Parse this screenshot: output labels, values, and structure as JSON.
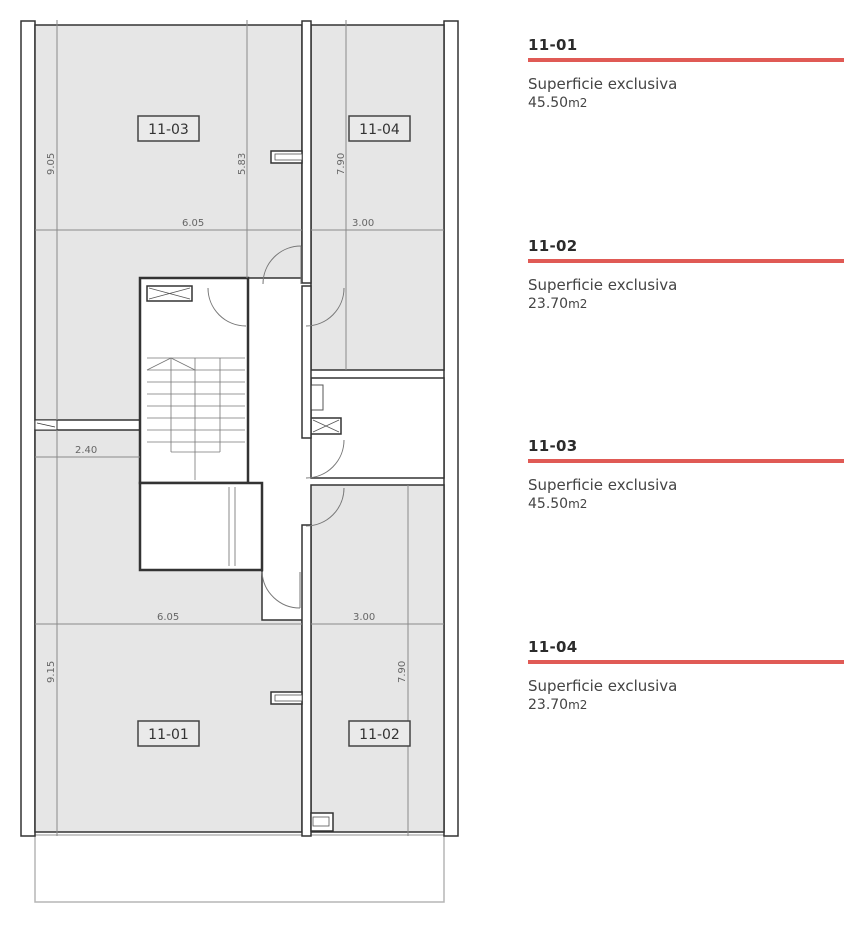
{
  "floor_plan": {
    "units": [
      {
        "id": "11-01",
        "label": "11-01"
      },
      {
        "id": "11-02",
        "label": "11-02"
      },
      {
        "id": "11-03",
        "label": "11-03"
      },
      {
        "id": "11-04",
        "label": "11-04"
      }
    ],
    "dimensions": {
      "unit_1103_height": "9.05",
      "unit_1103_inner": "5.83",
      "unit_1103_width": "6.05",
      "unit_1104_height": "7.90",
      "unit_1104_width": "3.00",
      "left_strip_width": "2.40",
      "unit_1101_width": "6.05",
      "unit_1102_width": "3.00",
      "unit_1101_height": "9.15",
      "unit_1102_height": "7.90"
    },
    "colors": {
      "unit_fill": "#e6e6e6",
      "wall": "#333333",
      "dim_line": "#8a8a8a",
      "accent": "#e05a55"
    }
  },
  "legend": [
    {
      "title": "11-01",
      "label": "Superficie exclusiva",
      "value": "45.50",
      "unit": "m2"
    },
    {
      "title": "11-02",
      "label": "Superficie exclusiva",
      "value": "23.70",
      "unit": "m2"
    },
    {
      "title": "11-03",
      "label": "Superficie exclusiva",
      "value": "45.50",
      "unit": "m2"
    },
    {
      "title": "11-04",
      "label": "Superficie exclusiva",
      "value": "23.70",
      "unit": "m2"
    }
  ]
}
